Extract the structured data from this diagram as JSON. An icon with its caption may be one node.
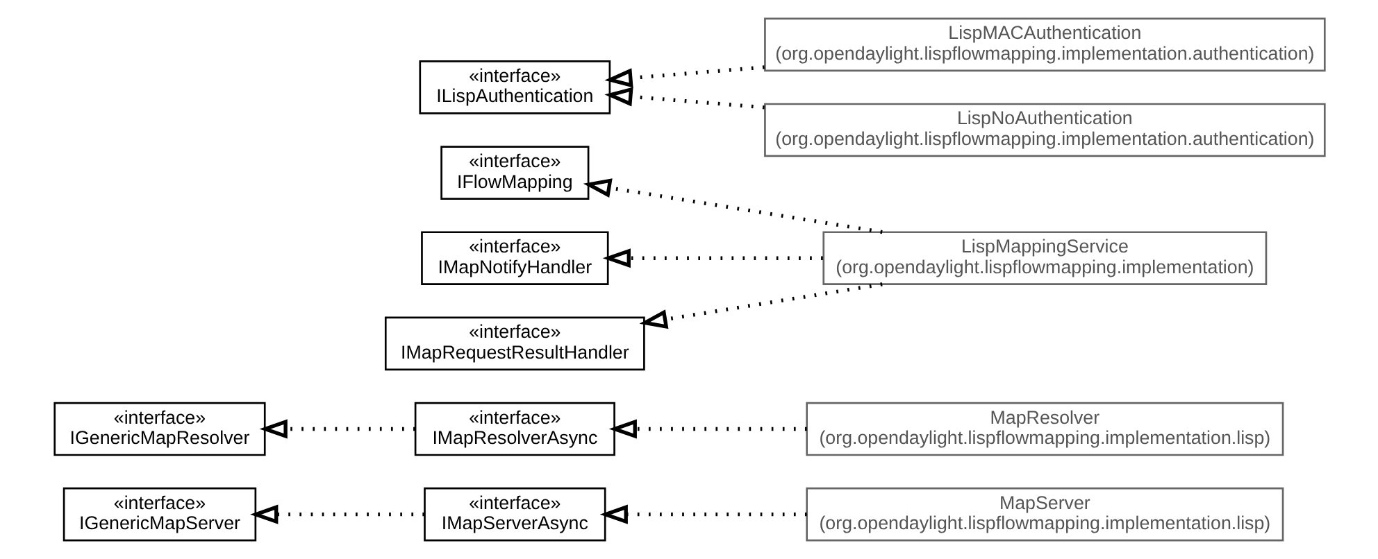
{
  "diagram": {
    "nodes": [
      {
        "text": [
          "«interface»",
          "IGenericMapServer"
        ]
      },
      {
        "text": [
          "«interface»",
          "IMapServerAsync"
        ]
      },
      {
        "text": [
          "MapServer",
          "(org.opendaylight.lispflowmapping.implementation.lisp)"
        ]
      },
      {
        "text": [
          "«interface»",
          "IGenericMapResolver"
        ]
      },
      {
        "text": [
          "«interface»",
          "IMapResolverAsync"
        ]
      },
      {
        "text": [
          "MapResolver",
          "(org.opendaylight.lispflowmapping.implementation.lisp)"
        ]
      },
      {
        "text": [
          "«interface»",
          "IFlowMapping"
        ]
      },
      {
        "text": [
          "«interface»",
          "IMapNotifyHandler"
        ]
      },
      {
        "text": [
          "«interface»",
          "IMapRequestResultHandler"
        ]
      },
      {
        "text": [
          "LispMappingService",
          "(org.opendaylight.lispflowmapping.implementation)"
        ]
      },
      {
        "text": [
          "LispMACAuthentication",
          "(org.opendaylight.lispflowmapping.implementation.authentication)"
        ]
      },
      {
        "text": [
          "«interface»",
          "ILispAuthentication"
        ]
      },
      {
        "text": [
          "LispNoAuthentication",
          "(org.opendaylight.lispflowmapping.implementation.authentication)"
        ]
      }
    ],
    "edges": [
      {
        "from": 1,
        "to": 0,
        "arrow": "to",
        "style": "dashed"
      },
      {
        "from": 2,
        "to": 1,
        "arrow": "to",
        "style": "dashed"
      },
      {
        "from": 4,
        "to": 3,
        "arrow": "to",
        "style": "dashed"
      },
      {
        "from": 5,
        "to": 4,
        "arrow": "to",
        "style": "dashed"
      },
      {
        "from": 9,
        "to": 6,
        "arrow": "to",
        "style": "dashed"
      },
      {
        "from": 9,
        "to": 7,
        "arrow": "to",
        "style": "dashed"
      },
      {
        "from": 9,
        "to": 8,
        "arrow": "to",
        "style": "dashed"
      },
      {
        "from": 10,
        "to": 11,
        "arrow": "to",
        "style": "dashed"
      },
      {
        "from": 12,
        "to": 11,
        "arrow": "to",
        "style": "dashed"
      }
    ]
  }
}
